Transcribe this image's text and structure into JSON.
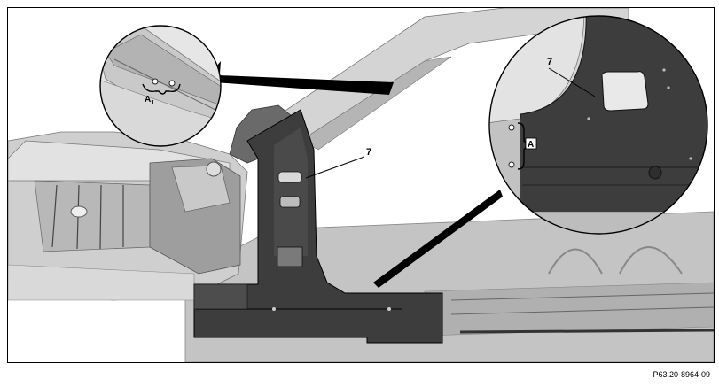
{
  "labels": {
    "callout_main": "7",
    "callout_zoom": "7",
    "marker_a": "A",
    "marker_a1": "A",
    "marker_a1_sub": "1"
  },
  "reference_code": "P63.20-8964-09",
  "colors": {
    "panel_dark": "#3d3d3d",
    "body_light": "#c8c8c8",
    "body_mid": "#a9a9a9",
    "outline": "#000000"
  }
}
